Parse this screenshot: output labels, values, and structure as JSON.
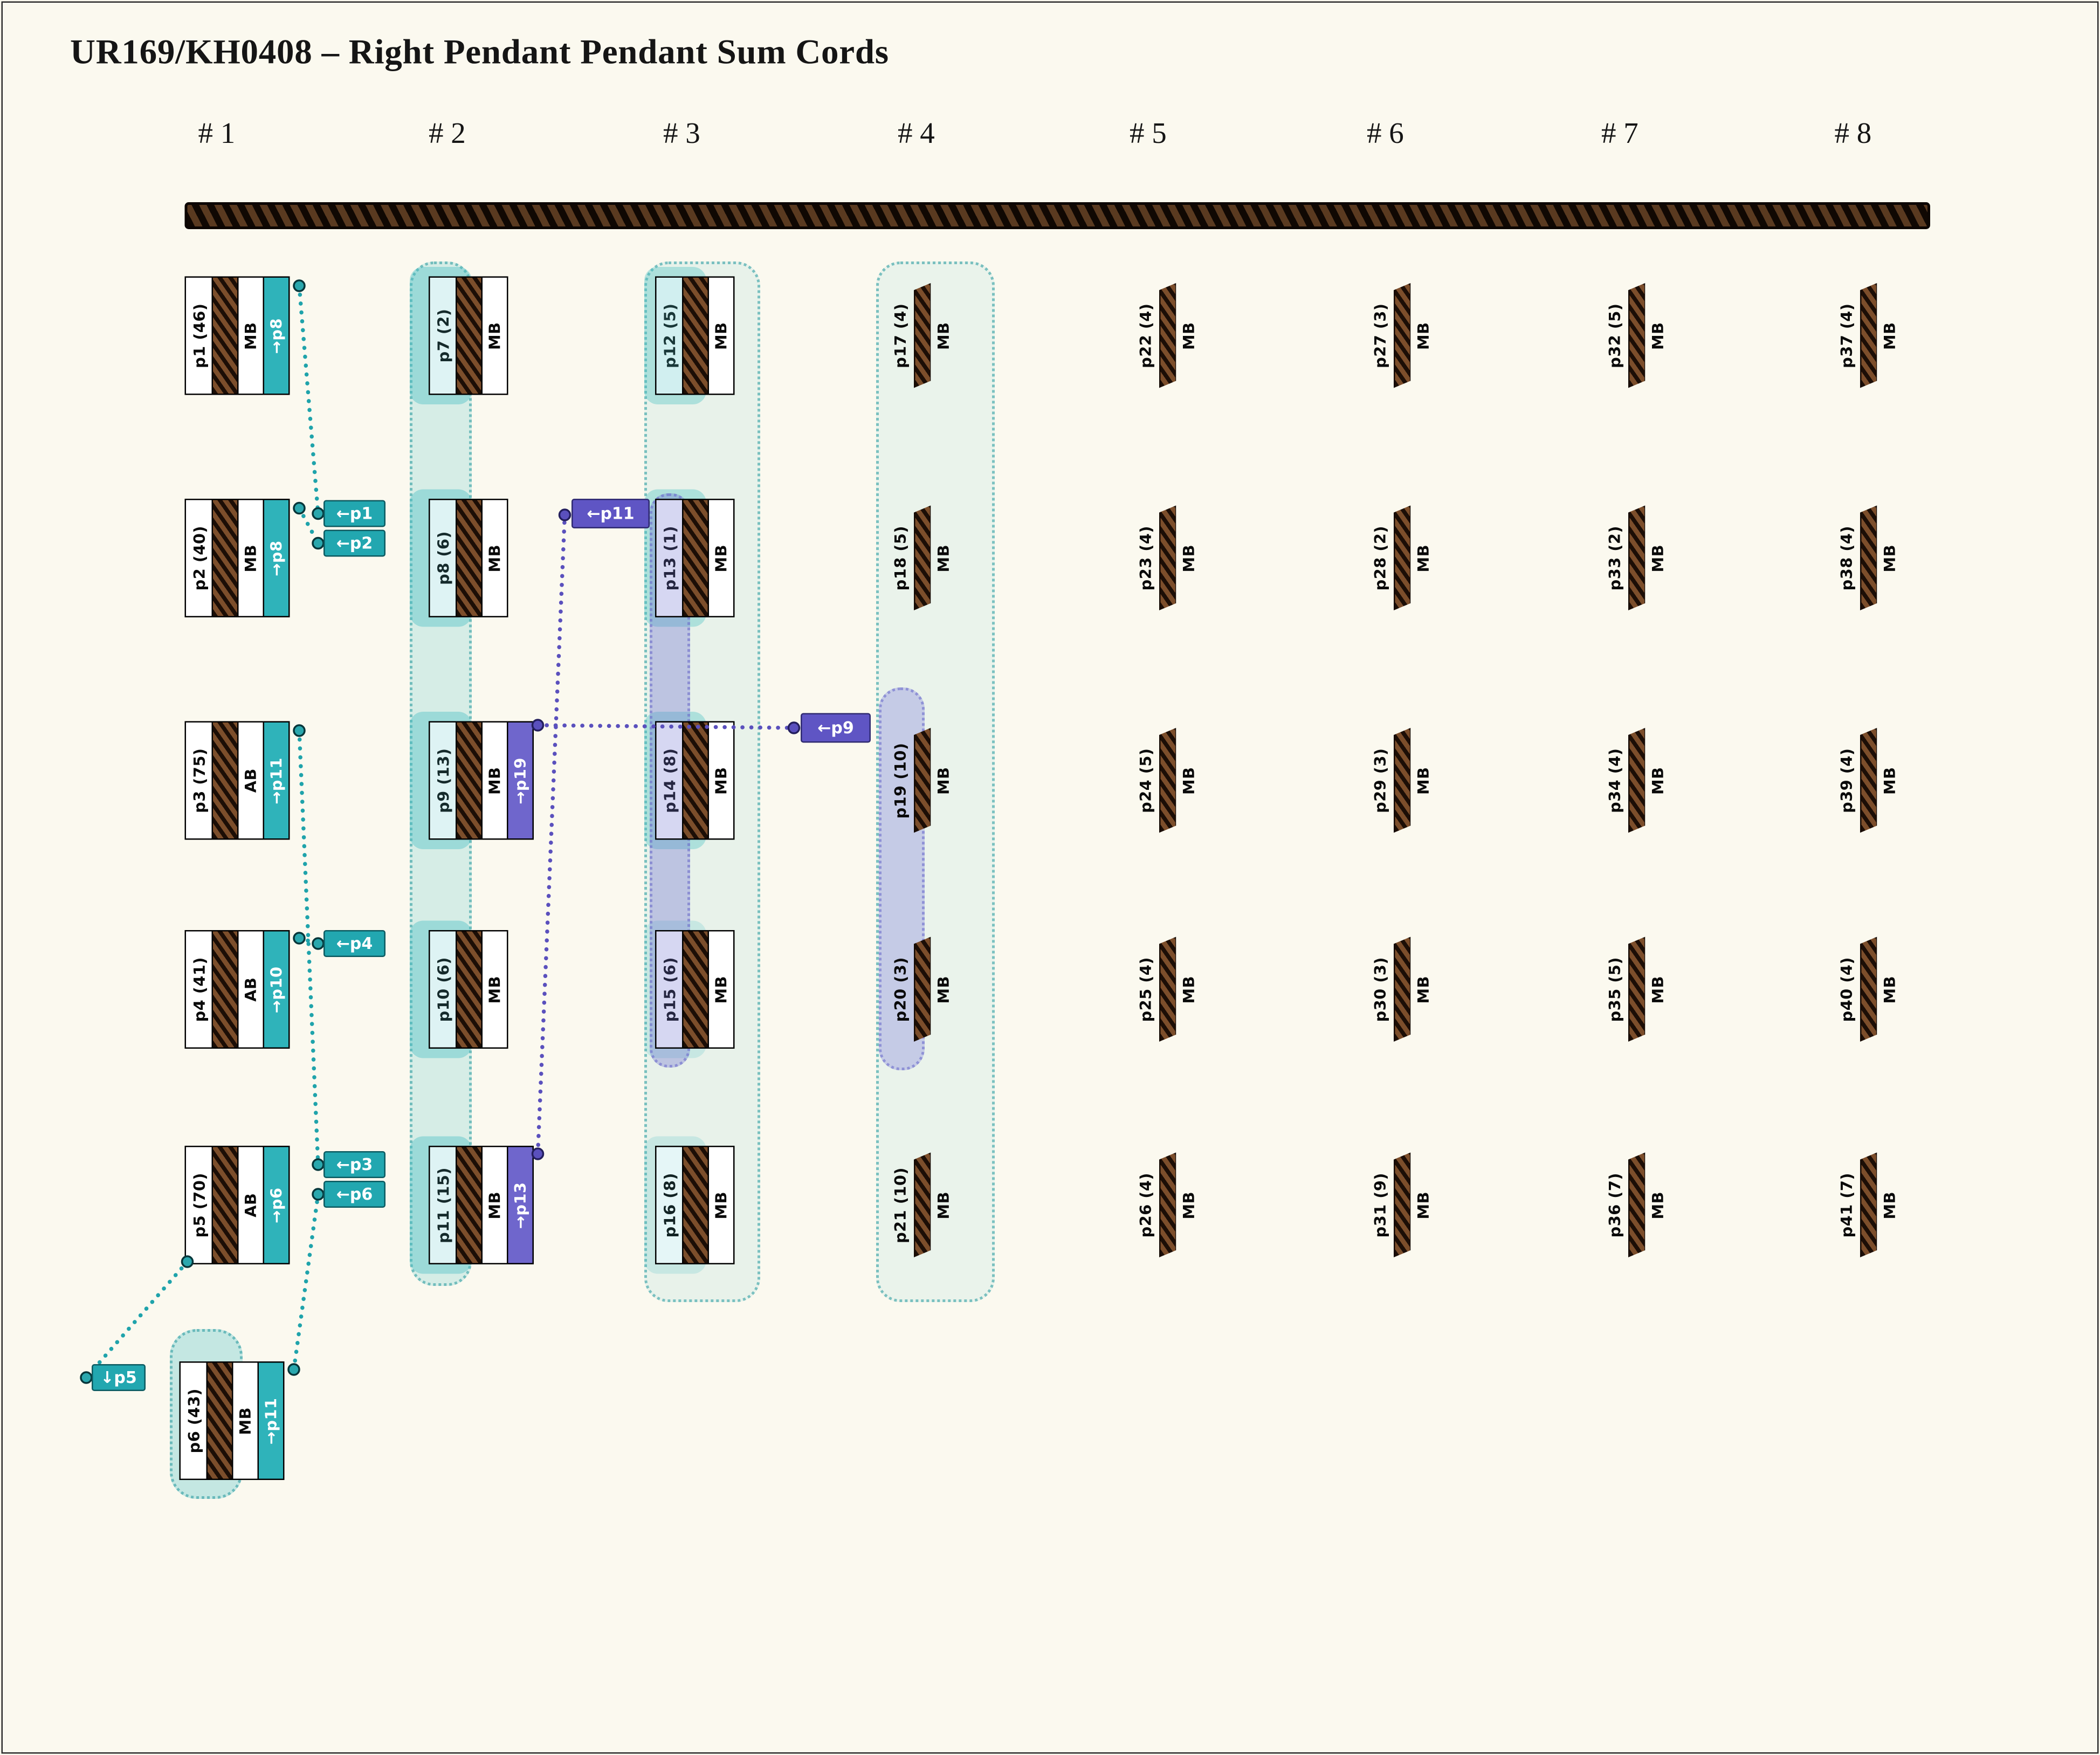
{
  "title": "UR169/KH0408 – Right Pendant Pendant Sum Cords",
  "column_headers": [
    "# 1",
    "# 2",
    "# 3",
    "# 4",
    "# 5",
    "# 6",
    "# 7",
    "# 8"
  ],
  "connectors": [
    "←p1",
    "←p2",
    "←p4",
    "←p3",
    "←p6",
    "↓p5",
    "←p11",
    "←p9"
  ],
  "colors": {
    "background": "#fbf9ef",
    "teal_accent": "#22a7b0",
    "purple_accent": "#5f55c4",
    "cord_brown_dark": "#1c0e06",
    "cord_brown_light": "#7c4e2b"
  },
  "groups": [
    {
      "pendants": [
        {
          "label": "p1 (46)",
          "code": "MB",
          "tag": "→p8"
        },
        {
          "label": "p2 (40)",
          "code": "MB",
          "tag": "→p8"
        },
        {
          "label": "p3 (75)",
          "code": "AB",
          "tag": "→p11"
        },
        {
          "label": "p4 (41)",
          "code": "AB",
          "tag": "→p10"
        },
        {
          "label": "p5 (70)",
          "code": "AB",
          "tag": "→p6"
        },
        {
          "label": "p6 (43)",
          "code": "MB",
          "tag": "→p11"
        }
      ]
    },
    {
      "pendants": [
        {
          "label": "p7 (2)",
          "code": "MB"
        },
        {
          "label": "p8 (6)",
          "code": "MB"
        },
        {
          "label": "p9 (13)",
          "code": "MB",
          "tag": "→p19"
        },
        {
          "label": "p10 (6)",
          "code": "MB"
        },
        {
          "label": "p11 (15)",
          "code": "MB",
          "tag": "→p13"
        }
      ]
    },
    {
      "pendants": [
        {
          "label": "p12 (5)",
          "code": "MB"
        },
        {
          "label": "p13 (1)",
          "code": "MB"
        },
        {
          "label": "p14 (8)",
          "code": "MB"
        },
        {
          "label": "p15 (6)",
          "code": "MB"
        },
        {
          "label": "p16 (8)",
          "code": "MB"
        }
      ]
    },
    {
      "pendants": [
        {
          "label": "p17 (4)",
          "code": "MB"
        },
        {
          "label": "p18 (5)",
          "code": "MB"
        },
        {
          "label": "p19 (10)",
          "code": "MB"
        },
        {
          "label": "p20 (3)",
          "code": "MB"
        },
        {
          "label": "p21 (10)",
          "code": "MB"
        }
      ]
    },
    {
      "pendants": [
        {
          "label": "p22 (4)",
          "code": "MB"
        },
        {
          "label": "p23 (4)",
          "code": "MB"
        },
        {
          "label": "p24 (5)",
          "code": "MB"
        },
        {
          "label": "p25 (4)",
          "code": "MB"
        },
        {
          "label": "p26 (4)",
          "code": "MB"
        }
      ]
    },
    {
      "pendants": [
        {
          "label": "p27 (3)",
          "code": "MB"
        },
        {
          "label": "p28 (2)",
          "code": "MB"
        },
        {
          "label": "p29 (3)",
          "code": "MB"
        },
        {
          "label": "p30 (3)",
          "code": "MB"
        },
        {
          "label": "p31 (9)",
          "code": "MB"
        }
      ]
    },
    {
      "pendants": [
        {
          "label": "p32 (5)",
          "code": "MB"
        },
        {
          "label": "p33 (2)",
          "code": "MB"
        },
        {
          "label": "p34 (4)",
          "code": "MB"
        },
        {
          "label": "p35 (5)",
          "code": "MB"
        },
        {
          "label": "p36 (7)",
          "code": "MB"
        }
      ]
    },
    {
      "pendants": [
        {
          "label": "p37 (4)",
          "code": "MB"
        },
        {
          "label": "p38 (4)",
          "code": "MB"
        },
        {
          "label": "p39 (4)",
          "code": "MB"
        },
        {
          "label": "p40 (4)",
          "code": "MB"
        },
        {
          "label": "p41 (7)",
          "code": "MB"
        }
      ]
    }
  ]
}
